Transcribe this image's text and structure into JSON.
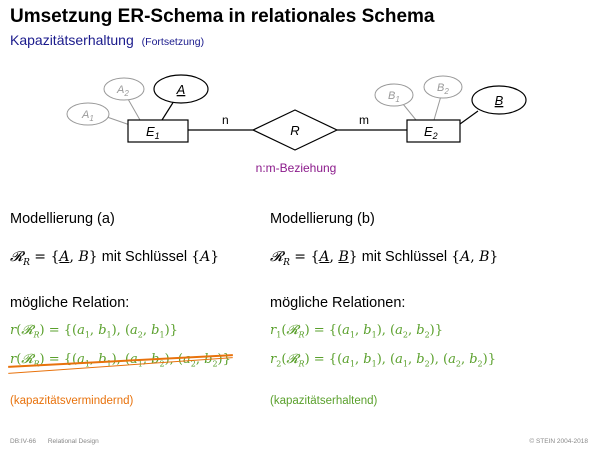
{
  "slide": {
    "title": "Umsetzung ER-Schema in relationales Schema",
    "subtitle": "Kapazitätserhaltung",
    "subtitle_note": "(Fortsetzung)"
  },
  "diagram": {
    "entity1": "E",
    "entity1_sub": "1",
    "entity2": "E",
    "entity2_sub": "2",
    "relationship": "R",
    "card_left": "n",
    "card_right": "m",
    "attr_A": "A",
    "attr_A1": "A",
    "attr_A1_sub": "1",
    "attr_A2": "A",
    "attr_A2_sub": "2",
    "attr_B": "B",
    "attr_B1": "B",
    "attr_B1_sub": "1",
    "attr_B2": "B",
    "attr_B2_sub": "2",
    "caption": "n:m-Beziehung",
    "colors": {
      "attr_gray": "#999999",
      "caption": "#8b1a8b"
    }
  },
  "col_a": {
    "heading": "Modellierung (a)",
    "key_text": "mit Schlüssel",
    "relation_heading": "mögliche Relation:",
    "note": "(kapazitätsvermindernd)"
  },
  "col_b": {
    "heading": "Modellierung (b)",
    "key_text": "mit Schlüssel",
    "relation_heading": "mögliche Relationen:",
    "note": "(kapazitätserhaltend)"
  },
  "colors": {
    "green": "#5aa02c",
    "orange": "#e8720c",
    "subtitle": "#1a1a8c"
  },
  "footer": {
    "slide_id": "DB:IV-66",
    "topic": "Relational Design",
    "copyright": "© STEIN 2004-2018"
  }
}
